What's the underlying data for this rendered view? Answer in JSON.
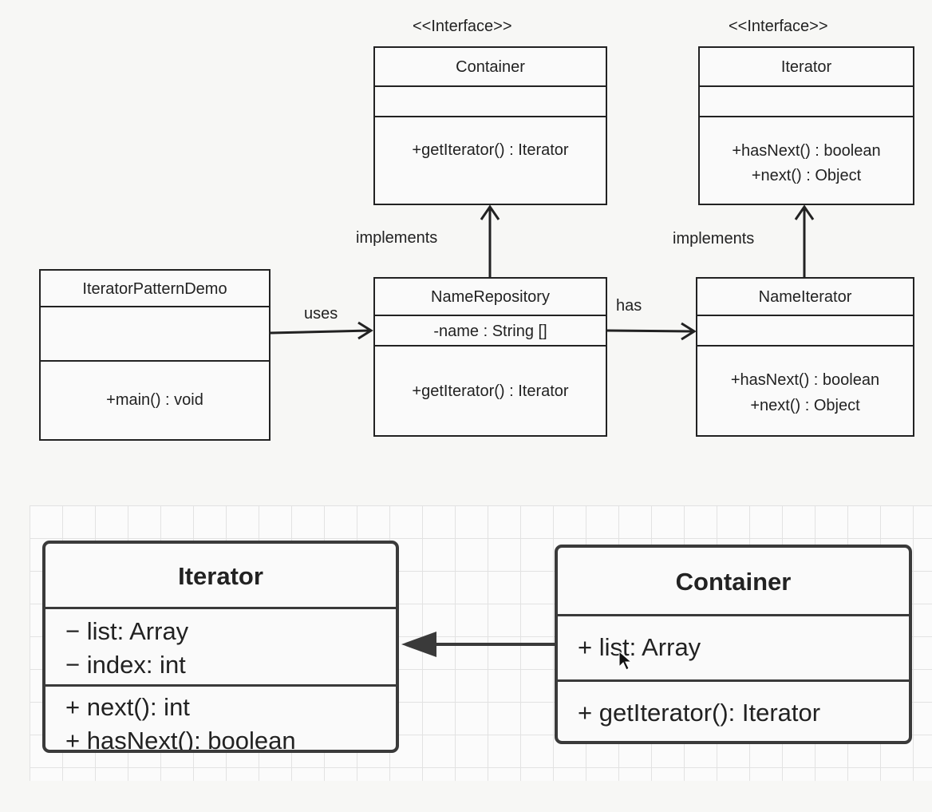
{
  "top_diagram": {
    "container": {
      "stereotype": "<<Interface>>",
      "name": "Container",
      "methods": [
        "+getIterator() : Iterator"
      ]
    },
    "iterator": {
      "stereotype": "<<Interface>>",
      "name": "Iterator",
      "methods": [
        "+hasNext()  : boolean",
        "+next() : Object"
      ]
    },
    "demo": {
      "name": "IteratorPatternDemo",
      "methods": [
        "+main()  : void"
      ]
    },
    "name_repository": {
      "name": "NameRepository",
      "attributes": [
        "-name  : String []"
      ],
      "methods": [
        "+getIterator() : Iterator"
      ]
    },
    "name_iterator": {
      "name": "NameIterator",
      "methods": [
        "+hasNext()  : boolean",
        "+next() : Object"
      ]
    },
    "labels": {
      "uses": "uses",
      "has": "has",
      "implements_left": "implements",
      "implements_right": "implements"
    }
  },
  "bottom_diagram": {
    "iterator": {
      "name": "Iterator",
      "attributes": [
        "− list: Array",
        "− index: int"
      ],
      "methods": [
        "+ next(): int",
        "+ hasNext(): boolean"
      ]
    },
    "container": {
      "name": "Container",
      "attributes": [
        "+ list: Array"
      ],
      "methods": [
        "+ getIterator(): Iterator"
      ]
    }
  }
}
